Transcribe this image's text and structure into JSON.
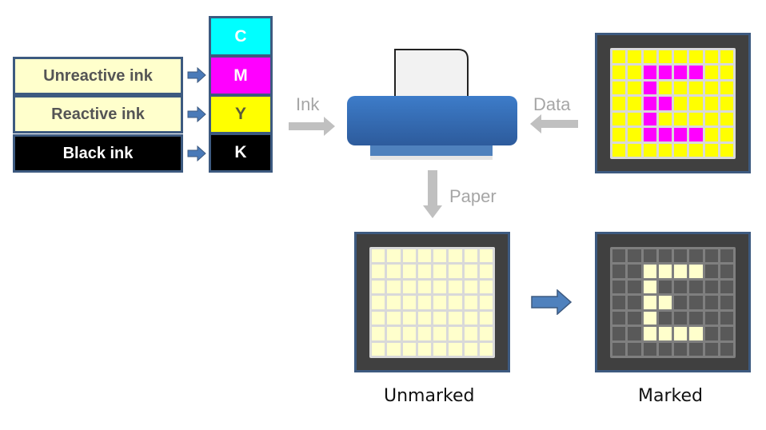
{
  "inks": [
    {
      "label": "Unreactive ink",
      "style": "light",
      "channel": "M"
    },
    {
      "label": "Reactive ink",
      "style": "light",
      "channel": "Y"
    },
    {
      "label": "Black ink",
      "style": "dark",
      "channel": "K"
    }
  ],
  "cartridges": [
    {
      "letter": "C",
      "bg": "#00ffff",
      "fg": "#ffffff"
    },
    {
      "letter": "M",
      "bg": "#ff00ff",
      "fg": "#ffffff"
    },
    {
      "letter": "Y",
      "bg": "#ffff00",
      "fg": "#5a5a3a"
    },
    {
      "letter": "K",
      "bg": "#000000",
      "fg": "#ffffff"
    }
  ],
  "flow_labels": {
    "ink": "Ink",
    "data": "Data",
    "paper": "Paper"
  },
  "captions": {
    "unmarked": "Unmarked",
    "marked": "Marked"
  },
  "colors": {
    "frame_border": "#3d5a80",
    "screen_bg": "#404040",
    "printer_blue": "#3a75c4",
    "arrow_gray": "#c0c0c0",
    "yellow": "#ffff00",
    "magenta": "#ff00ff",
    "cream": "#ffffcc",
    "dark_cell": "#595959"
  },
  "pattern": {
    "rows": 7,
    "cols": 8,
    "on_cells": [
      [
        1,
        2
      ],
      [
        1,
        3
      ],
      [
        1,
        4
      ],
      [
        1,
        5
      ],
      [
        2,
        2
      ],
      [
        3,
        2
      ],
      [
        3,
        3
      ],
      [
        4,
        2
      ],
      [
        5,
        2
      ],
      [
        5,
        3
      ],
      [
        5,
        4
      ],
      [
        5,
        5
      ]
    ]
  }
}
